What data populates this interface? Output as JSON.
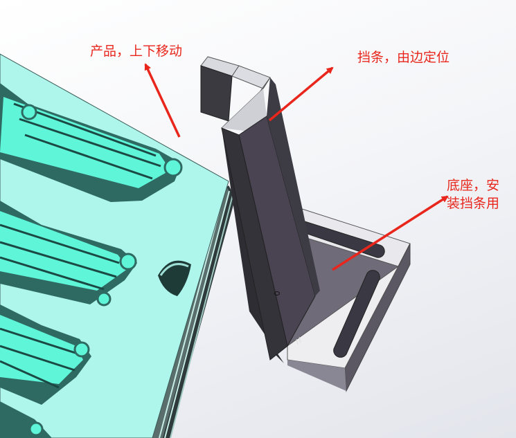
{
  "labels": {
    "product": "产品，上下移动",
    "stopper": "挡条，由边定位",
    "base_line1": "底座，安",
    "base_line2": "装挡条用"
  },
  "colors": {
    "annotation": "#e8261c",
    "product_top": "#aef5ec",
    "pocket_floor": "#5ff5d8",
    "pocket_wall": "#2e6a62",
    "stopper_face": "#4a4452",
    "stopper_side": "#33323a",
    "stopper_top": "#dcdde2",
    "base_top": "#eeeef1",
    "base_side": "#6f6b79"
  }
}
